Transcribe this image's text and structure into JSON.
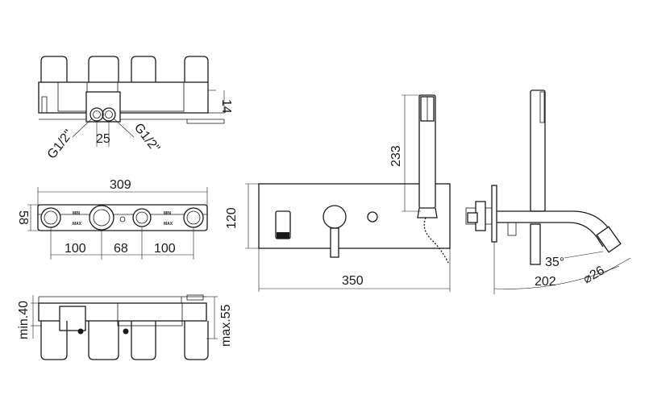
{
  "top_view": {
    "height_label": "14",
    "spacing_label": "25",
    "thread_left": "G1/2\"",
    "thread_right": "G1/2\""
  },
  "front_view": {
    "width_label": "309",
    "height_label": "58",
    "spacing_left": "100",
    "spacing_center": "68",
    "spacing_right": "100",
    "knob_min": "MIN",
    "knob_max": "MAX"
  },
  "bottom_view": {
    "min_label": "min.40",
    "max_label": "max.55"
  },
  "wall_view": {
    "width_label": "350",
    "plate_height_label": "120",
    "shower_height_label": "233"
  },
  "side_view": {
    "projection_label": "202",
    "angle_label": "35°",
    "diameter_label": "⌀26"
  }
}
